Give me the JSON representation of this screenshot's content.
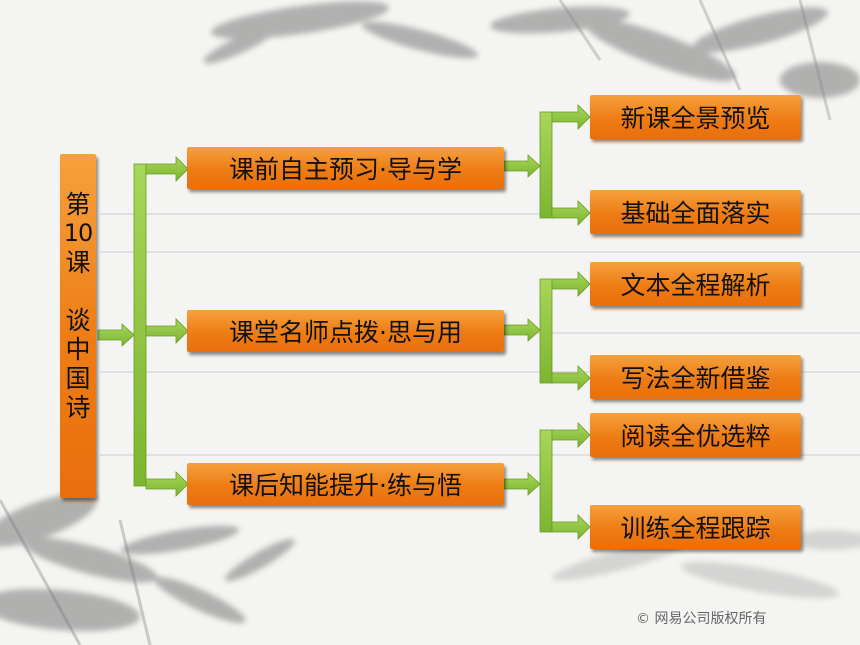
{
  "title": {
    "line1": "第",
    "line2": "10",
    "line3": "课",
    "line4": "谈",
    "line5": "中",
    "line6": "国",
    "line7": "诗"
  },
  "sections": [
    {
      "label": "课前自主预习·导与学",
      "items": [
        "新课全景预览",
        "基础全面落实"
      ]
    },
    {
      "label": "课堂名师点拨·思与用",
      "items": [
        "文本全程解析",
        "写法全新借鉴"
      ]
    },
    {
      "label": "课后知能提升·练与悟",
      "items": [
        "阅读全优选粹",
        "训练全程跟踪"
      ]
    }
  ],
  "footer": {
    "copyright": "© 网易公司版权所有"
  },
  "colors": {
    "box": "#ee7c14",
    "arrow": "#8dc63f"
  }
}
